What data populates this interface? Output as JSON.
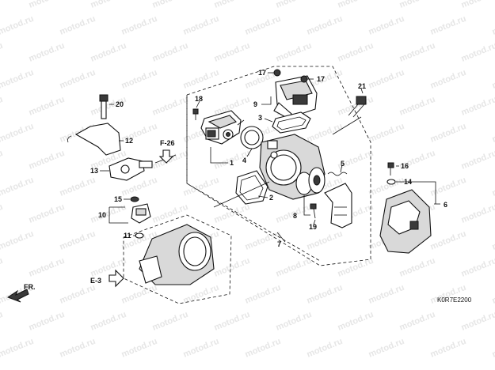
{
  "watermark_text": "motod.ru",
  "diagram_code": "K0R7E2200",
  "refs": {
    "f26": "F-26",
    "e3": "E-3",
    "fr": "FR."
  },
  "callouts": {
    "c1": "1",
    "c2": "2",
    "c3": "3",
    "c4": "4",
    "c5": "5",
    "c6": "6",
    "c7": "7",
    "c8": "8",
    "c9": "9",
    "c10": "10",
    "c11": "11",
    "c12": "12",
    "c13": "13",
    "c14": "14",
    "c15": "15",
    "c16": "16",
    "c17a": "17",
    "c17b": "17",
    "c18": "18",
    "c19": "19",
    "c20": "20",
    "c21": "21"
  }
}
